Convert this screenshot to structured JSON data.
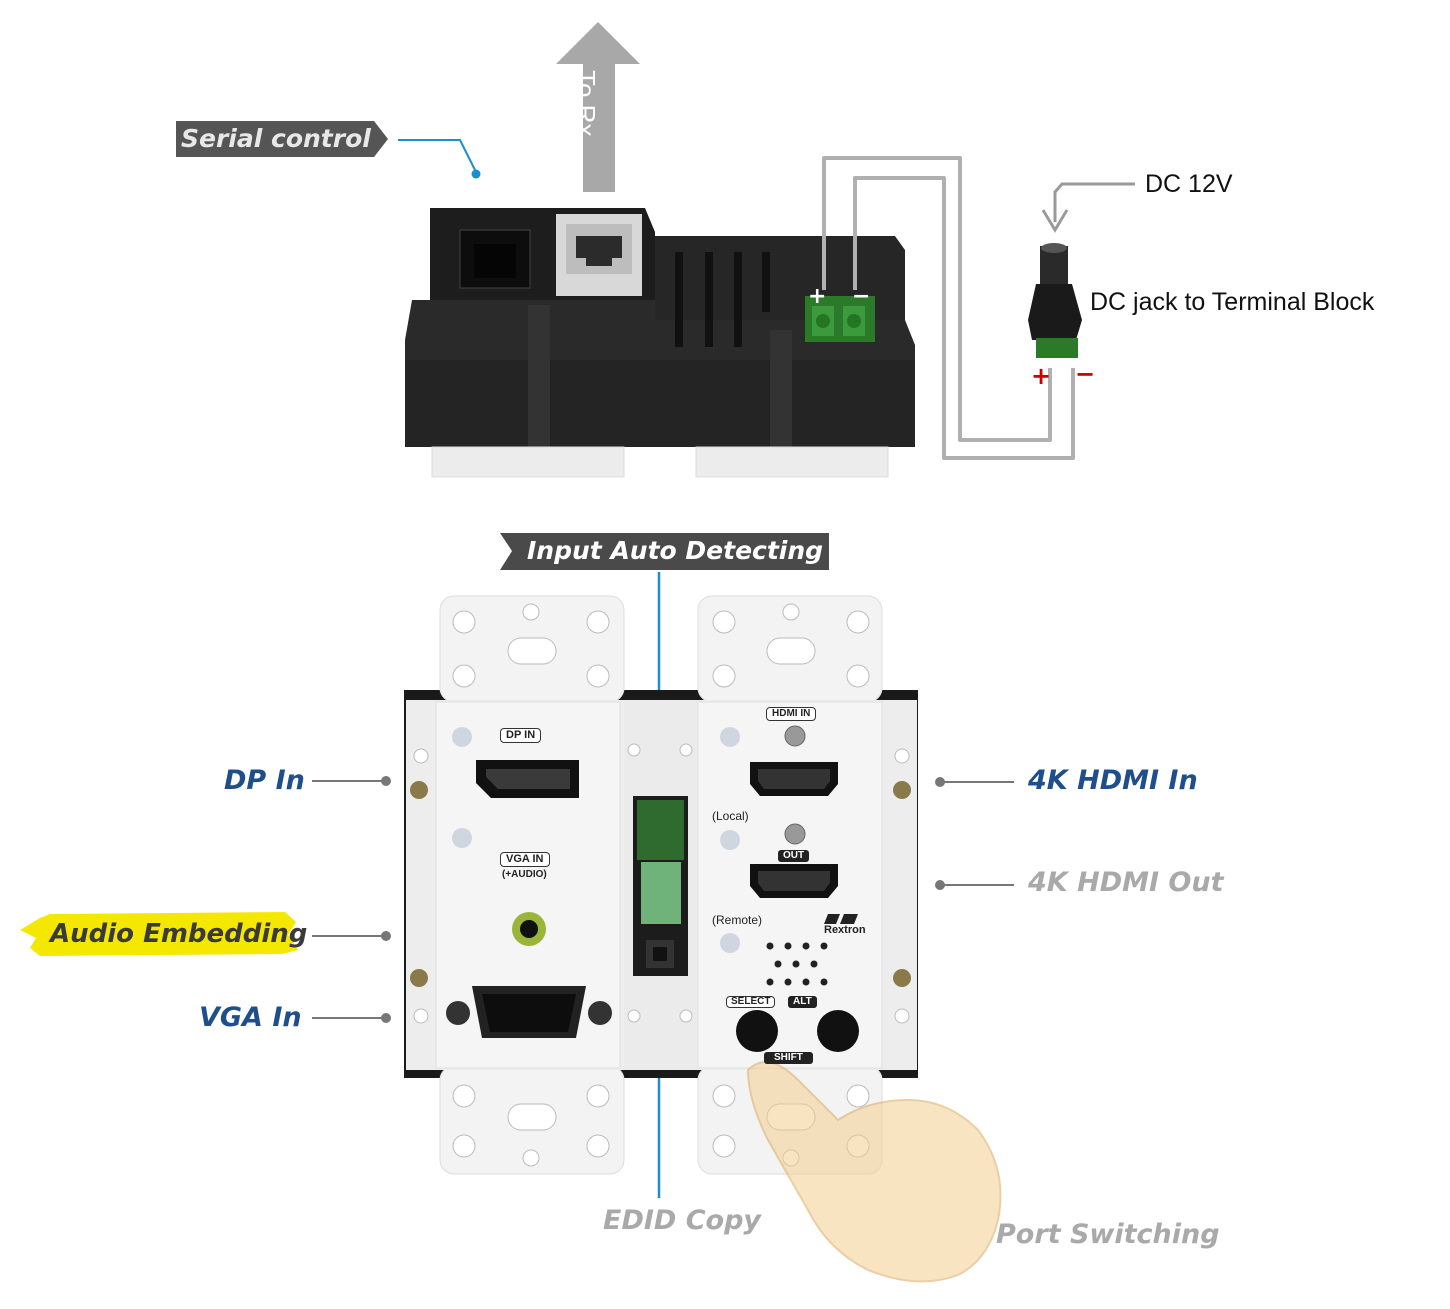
{
  "top": {
    "serial_control": "Serial control",
    "to_rx": "To Rx",
    "dc_12v": "DC 12V",
    "dc_jack": "DC jack to Terminal Block",
    "terminal_plus": "+",
    "terminal_minus": "−",
    "jack_plus": "+",
    "jack_minus": "−"
  },
  "bottom": {
    "input_auto_detecting": "Input Auto Detecting",
    "dp_in": "DP In",
    "audio_embedding": "Audio Embedding",
    "vga_in": "VGA In",
    "hdmi_in_4k": "4K HDMI In",
    "hdmi_out_4k": "4K HDMI Out",
    "edid_copy": "EDID Copy",
    "port_switching": "Port Switching"
  },
  "panel_text": {
    "dp_in": "DP IN",
    "vga_in": "VGA IN",
    "audio": "(+AUDIO)",
    "hdmi_in": "HDMI IN",
    "local": "(Local)",
    "out": "OUT",
    "remote": "(Remote)",
    "brand": "Rextron",
    "select": "SELECT",
    "alt": "ALT",
    "shift": "SHIFT"
  },
  "colors": {
    "label_blue": "#1f4e8c",
    "label_grey": "#a9a9a9",
    "pointer_blue": "#1a8fd0",
    "wire_grey": "#b0b0b0",
    "highlight_yellow": "#f5e800",
    "tag_dark": "#555555",
    "polarity_red": "#cc0000",
    "terminal_green": "#2a8a2a"
  }
}
